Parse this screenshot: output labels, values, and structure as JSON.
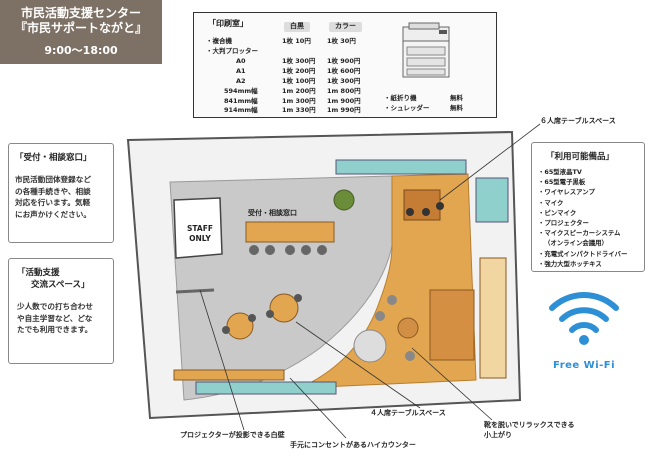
{
  "header": {
    "title": "市民活動支援センター",
    "subtitle": "『市民サポートながと』",
    "hours": "9:00〜18:00"
  },
  "print_room": {
    "title": "「印刷室」",
    "col_bw": "白黒",
    "col_color": "カラー",
    "rows": [
      {
        "label": "・複合機",
        "bw": "1枚 10円",
        "color": "1枚 30円"
      },
      {
        "label": "・大判プロッター",
        "bw": "",
        "color": ""
      },
      {
        "label": "A0",
        "bw": "1枚 300円",
        "color": "1枚 900円"
      },
      {
        "label": "A1",
        "bw": "1枚 200円",
        "color": "1枚 600円"
      },
      {
        "label": "A2",
        "bw": "1枚 100円",
        "color": "1枚 300円"
      },
      {
        "label": "594mm幅",
        "bw": "1m 200円",
        "color": "1m 800円"
      },
      {
        "label": "841mm幅",
        "bw": "1m 300円",
        "color": "1m 900円"
      },
      {
        "label": "914mm幅",
        "bw": "1m 330円",
        "color": "1m 990円"
      }
    ],
    "free_items": [
      {
        "label": "・紙折り機",
        "price": "無料"
      },
      {
        "label": "・シュレッダー",
        "price": "無料"
      }
    ]
  },
  "reception": {
    "title": "「受付・相談窓口」",
    "body": [
      "市民活動団体登録など",
      "の各種手続きや、相談",
      "対応を行います。気軽",
      "にお声かけください。"
    ]
  },
  "exchange_space": {
    "title_line1": "「活動支援",
    "title_line2": "交流スペース」",
    "body": [
      "少人数での打ち合わせ",
      "や自主学習など、どな",
      "たでも利用できます。"
    ]
  },
  "equipment": {
    "title": "「利用可能備品」",
    "items": [
      "・65型液晶TV",
      "・65型電子黒板",
      "・ワイヤレスアンプ",
      "・マイク",
      "・ピンマイク",
      "・プロジェクター",
      "・マイクスピーカーシステム",
      "（オンライン会議用）",
      "・充電式インパクトドライバー",
      "・強力大型ホッチキス"
    ]
  },
  "floor": {
    "staff_only": [
      "STAFF",
      "ONLY"
    ],
    "reception_label": "受付・相談窓口"
  },
  "callouts": {
    "six_table": "６人席テーブルスペース",
    "projector_wall": "プロジェクターが投影できる白壁",
    "outlet_counter": "手元にコンセントがあるハイカウンター",
    "four_table": "４人席テーブルスペース",
    "tatami": [
      "靴を脱いでリラックスできる",
      "小上がり"
    ]
  },
  "wifi": {
    "label": "Free Wi-Fi",
    "color": "#2d8fd6"
  },
  "colors": {
    "title_bg": "#7d7166",
    "wood": "#e3a650",
    "carpet": "#c9c9c9",
    "window": "#8fd0cc"
  }
}
